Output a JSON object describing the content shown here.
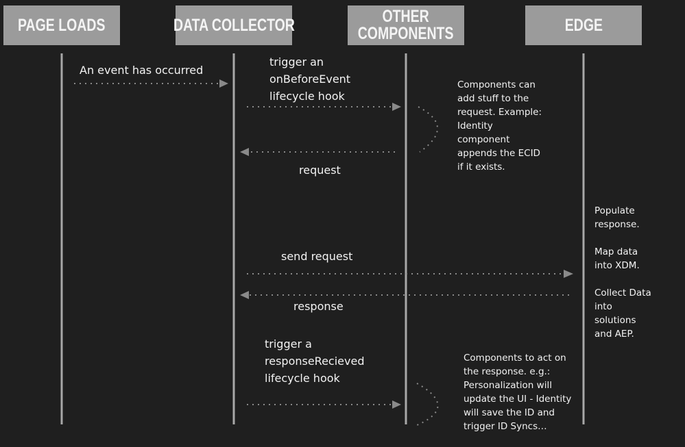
{
  "lanes": [
    {
      "title": "PAGE LOADS"
    },
    {
      "title": "DATA COLLECTOR"
    },
    {
      "title": "OTHER\nCOMPONENTS"
    },
    {
      "title": "EDGE"
    }
  ],
  "messages": {
    "event": "An event has occurred",
    "on_before_event": "trigger an\nonBeforeEvent\nlifecycle hook",
    "request": "request",
    "send_request": "send request",
    "response": "response",
    "response_received": "trigger a\nresponseRecieved\nlifecycle hook"
  },
  "notes": {
    "components_add": "Components can\nadd stuff to the\nrequest. Example:\nIdentity\ncomponent\nappends the ECID\nif it exists.",
    "edge": "Populate\nresponse.\n\nMap data\ninto XDM.\n\nCollect Data\ninto\nsolutions\nand AEP.",
    "components_act": "Components to act on\nthe response. e.g.:\nPersonalization will\nupdate the UI - Identity\nwill save the ID and\ntrigger ID Syncs…"
  },
  "colors": {
    "background": "#1f1f1f",
    "header": "#9b9b9b",
    "line": "#a8a8a8",
    "arrow": "#8a8a8a"
  }
}
